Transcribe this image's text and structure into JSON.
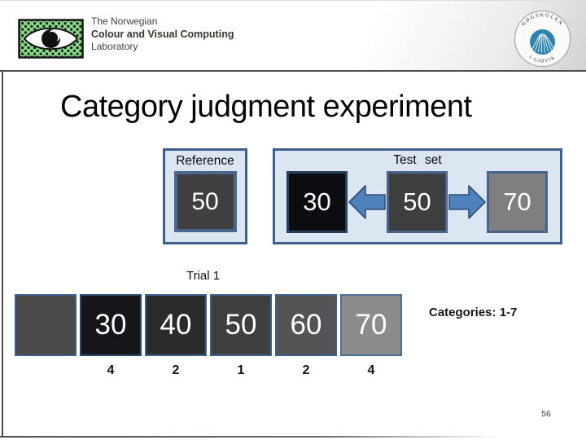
{
  "header": {
    "lab_logo_text": {
      "line1": "The Norwegian",
      "line2": "Colour and Visual Computing",
      "line3": "Laboratory"
    },
    "university_seal": {
      "top_text": "HØGSKOLEN",
      "bottom_text": "I GJØVIK"
    }
  },
  "slide": {
    "title": "Category judgment experiment",
    "page_number": "56"
  },
  "reference_panel": {
    "label": "Reference",
    "patch": {
      "value": "50",
      "fill": "#3f3f3f",
      "border": "#4a688e"
    }
  },
  "test_panel": {
    "label": "Test set",
    "arrows": [
      "left",
      "right"
    ],
    "patches": [
      {
        "value": "30",
        "fill": "#0d0d11",
        "border": "#24405e"
      },
      {
        "value": "50",
        "fill": "#3e3e3e",
        "border": "#46648c"
      },
      {
        "value": "70",
        "fill": "#7f7f7f",
        "border": "#46648c"
      }
    ]
  },
  "trial": {
    "label": "Trial 1",
    "patches": [
      {
        "value": "",
        "fill": "#4a4a4a",
        "border": "#3d5f8c"
      },
      {
        "value": "30",
        "fill": "#17171b",
        "border": "#2c4a6e"
      },
      {
        "value": "40",
        "fill": "#2b2b2b",
        "border": "#3d5f8c"
      },
      {
        "value": "50",
        "fill": "#3f3f3f",
        "border": "#3d5f8c"
      },
      {
        "value": "60",
        "fill": "#545454",
        "border": "#3d5f8c"
      },
      {
        "value": "70",
        "fill": "#8c8c8c",
        "border": "#4a7099"
      }
    ],
    "ratings": [
      "4",
      "2",
      "1",
      "2",
      "4"
    ],
    "categories_note": "Categories: 1-7"
  },
  "colors": {
    "panel_bg": "#dce6f2",
    "panel_border": "#3d5f8c",
    "arrow_fill": "#4f81bd",
    "arrow_stroke": "#2d4d71",
    "line": "#4e4e4e",
    "logo_green": "#85d885",
    "seal_blue": "#2e84ad"
  }
}
